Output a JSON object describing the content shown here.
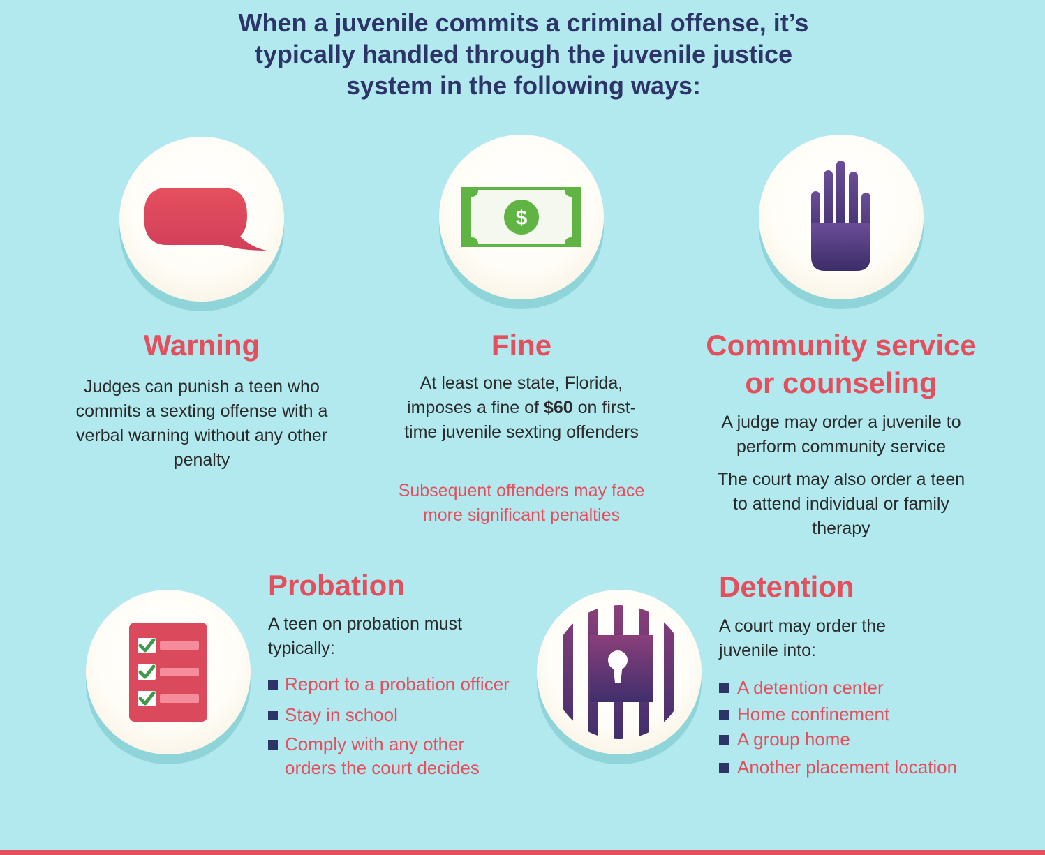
{
  "intro": "When a juvenile commits a criminal offense, it’s typically handled through the juvenile justice system in the following ways:",
  "warning": {
    "title": "Warning",
    "text": "Judges can punish a teen who commits a sexting offense with a verbal warning without any other penalty"
  },
  "fine": {
    "title": "Fine",
    "text_before": "At least one state, Florida, imposes a fine of ",
    "amount": "$60",
    "text_after": " on first-time juvenile sexting offenders",
    "money_symbol": "$",
    "note": "Subsequent offenders may face more significant penalties"
  },
  "community": {
    "title_line1": "Community service",
    "title_line2": "or counseling",
    "text1": "A judge may order a juvenile to perform community service",
    "text2": "The court may also order a teen to attend individual or family therapy"
  },
  "probation": {
    "title": "Probation",
    "intro": "A teen on probation must typically:",
    "items": [
      "Report to a probation officer",
      "Stay in school",
      "Comply with any other orders the court decides"
    ]
  },
  "detention": {
    "title": "Detention",
    "intro": "A court may order the juvenile into:",
    "items": [
      "A detention center",
      "Home confinement",
      "A group home",
      "Another placement location"
    ]
  },
  "colors": {
    "background": "#b2e9ee",
    "navy": "#2d3467",
    "pink": "#e44f5e",
    "purple": "#4e3a78",
    "green": "#4caf50"
  },
  "icons": [
    "speech-bubble-icon",
    "dollar-bill-icon",
    "stop-hand-icon",
    "checklist-icon",
    "jail-bars-icon"
  ]
}
